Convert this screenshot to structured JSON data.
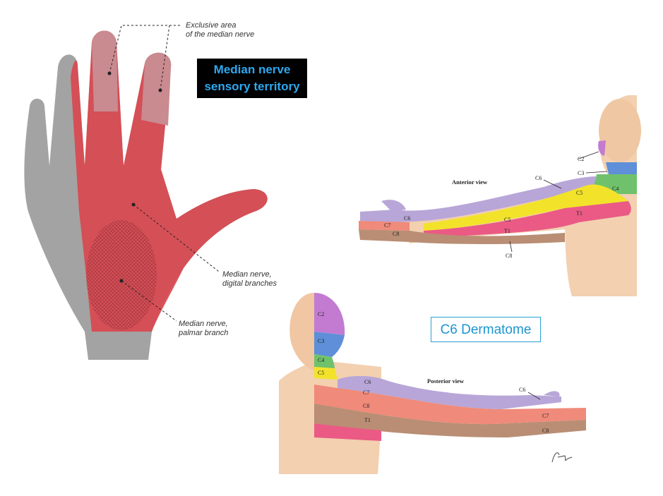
{
  "hand_panel": {
    "title_line1": "Median nerve",
    "title_line2": "sensory territory",
    "annotations": {
      "exclusive_line1": "Exclusive area",
      "exclusive_line2": "of the median nerve",
      "digital_line1": "Median nerve,",
      "digital_line2": "digital branches",
      "palmar_line1": "Median nerve,",
      "palmar_line2": "palmar branch"
    },
    "colors": {
      "territory": "#d9484f",
      "exclusive": "#c77b82",
      "skin_gray": "#9e9e9e",
      "title_bg": "#000000",
      "title_text": "#2ea8f0"
    }
  },
  "dermatome_panel": {
    "label": "C6 Dermatome",
    "anterior": {
      "view_label": "Anterior view",
      "labels": {
        "c2": "C2",
        "c3": "C3",
        "c4": "C4",
        "c5_shoulder": "C5",
        "c6_top": "C6",
        "t1_upper": "T1",
        "c6_hand": "C6",
        "c7_hand": "C7",
        "c8_hand": "C8",
        "c5_arm": "C5",
        "t1_arm": "T1",
        "c8_arm": "C8"
      }
    },
    "posterior": {
      "view_label": "Posterior view",
      "labels": {
        "c2": "C2",
        "c3": "C3",
        "c4": "C4",
        "c5": "C5",
        "c6_top": "C6",
        "c7_band": "C7",
        "c8_band": "C8",
        "t1_band": "T1",
        "c6_hand": "C6",
        "c7_hand": "C7",
        "c8_hand": "C8"
      }
    },
    "colors": {
      "c2": "#c37bd1",
      "c3": "#5e8fd8",
      "c4": "#6fc26b",
      "c5": "#f2e32a",
      "c6": "#b8a6d8",
      "c7": "#f08a7a",
      "c8": "#b98e74",
      "t1": "#ea5a85",
      "skin": "#f2d0b0"
    },
    "signature": "Netter"
  }
}
